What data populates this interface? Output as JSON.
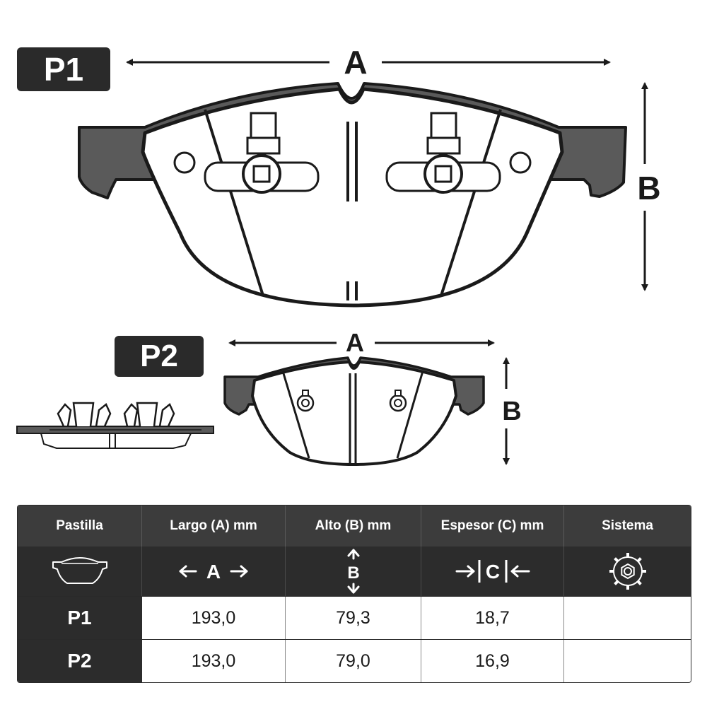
{
  "badges": {
    "p1": "P1",
    "p2": "P2"
  },
  "dimensions": {
    "p1": {
      "width_label": "A",
      "height_label": "B"
    },
    "p2": {
      "width_label": "A",
      "height_label": "B"
    }
  },
  "table": {
    "headers": [
      "Pastilla",
      "Largo (A) mm",
      "Alto (B) mm",
      "Espesor (C) mm",
      "Sistema"
    ],
    "icons": {
      "pastilla": "brake-pad-icon",
      "largo": {
        "icon": "width-arrows-icon",
        "letter": "A"
      },
      "alto": {
        "icon": "height-arrows-icon",
        "letter": "B"
      },
      "espesor": {
        "icon": "thickness-arrows-icon",
        "letter": "C"
      },
      "sistema": "gear-icon"
    },
    "rows": [
      {
        "name": "P1",
        "largo": "193,0",
        "alto": "79,3",
        "espesor": "18,7",
        "sistema": ""
      },
      {
        "name": "P2",
        "largo": "193,0",
        "alto": "79,0",
        "espesor": "16,9",
        "sistema": ""
      }
    ]
  },
  "colors": {
    "dark": "#2a2a2a",
    "backing_plate": "#5a5a5a",
    "line": "#1a1a1a"
  }
}
